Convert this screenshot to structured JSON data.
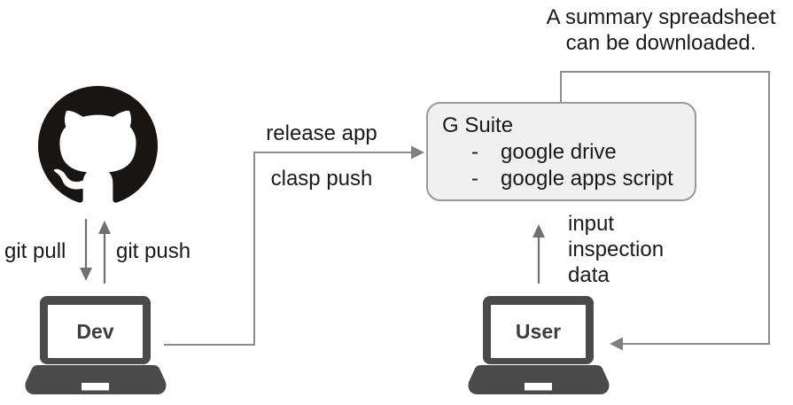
{
  "note": {
    "lines": [
      "A summary spreadsheet",
      "can be downloaded."
    ]
  },
  "edges": {
    "git_pull": "git pull",
    "git_push": "git push",
    "release_app": "release app",
    "clasp_push": "clasp push",
    "input_inspection": {
      "lines": [
        "input",
        "inspection",
        "data"
      ]
    }
  },
  "gsuite": {
    "title": "G Suite",
    "bullet": "-",
    "items": [
      "google drive",
      "google apps script"
    ]
  },
  "nodes": {
    "dev": {
      "label": "Dev"
    },
    "user": {
      "label": "User"
    }
  },
  "icons": {
    "github": "github-octocat-icon",
    "dev": "laptop-icon",
    "user": "laptop-icon"
  },
  "colors": {
    "laptop_body": "#4a4a4a",
    "gsuite_fill": "#f0f0f0",
    "gsuite_border": "#999999",
    "connector_line": "#8c8c8c",
    "git_arrow": "#707070",
    "text": "#1a1a1a",
    "github_mark": "#191513"
  }
}
